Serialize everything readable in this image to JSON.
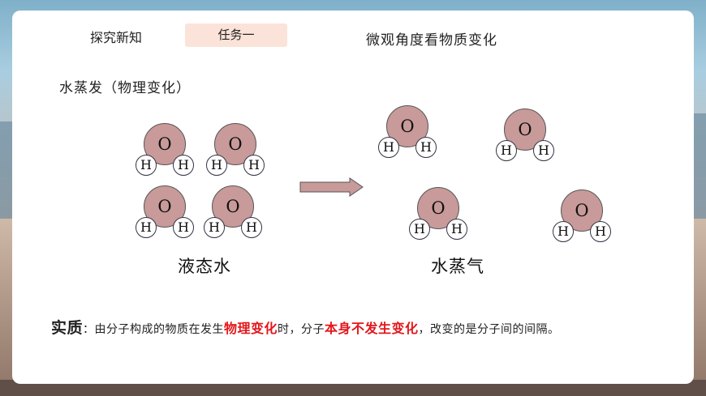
{
  "nav": {
    "explore": "探究新知",
    "task": "任务一"
  },
  "title": "微观角度看物质变化",
  "section": "水蒸发（物理变化）",
  "molecule": {
    "oxygen": "O",
    "hydrogen": "H"
  },
  "captions": {
    "liquid": "液态水",
    "vapor": "水蒸气"
  },
  "essence": {
    "lead": "实质",
    "colon": "：",
    "part1": "由分子构成的物质在发生",
    "hl1": "物理变化",
    "part2": "时，分子",
    "hl2": "本身不发生变化",
    "part3": "，改变的是分子间的间隔。"
  },
  "colors": {
    "oxygen": "#c89a99",
    "arrow": "#c89a99",
    "highlight": "#e3161b",
    "task_bg": "#fbe3d9"
  }
}
